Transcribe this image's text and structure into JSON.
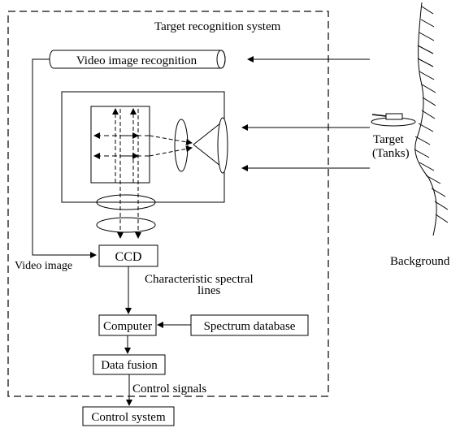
{
  "system_title": "Target recognition system",
  "video_recognition": "Video image recognition",
  "target_label": "Target",
  "target_sub": "(Tanks)",
  "background_label": "Background",
  "ccd_label": "CCD",
  "video_image_label": "Video image",
  "spectral_label_line1": "Characteristic spectral",
  "spectral_label_line2": "lines",
  "computer_label": "Computer",
  "spectrum_db_label": "Spectrum database",
  "data_fusion_label": "Data fusion",
  "control_signals_label": "Control signals",
  "control_system_label": "Control system"
}
